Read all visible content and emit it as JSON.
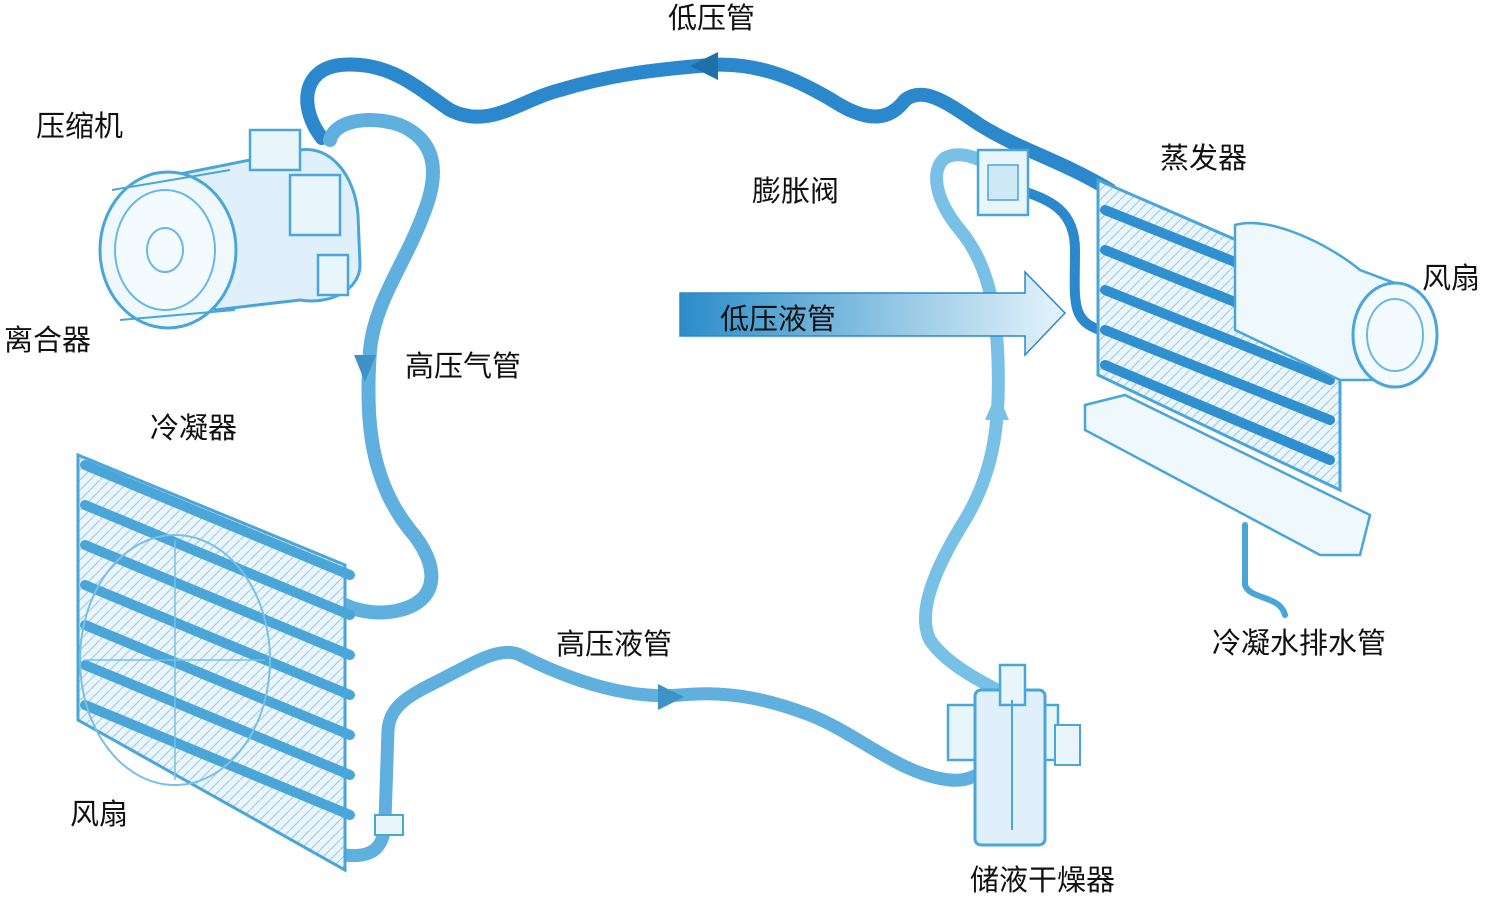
{
  "labels": {
    "compressor": "压缩机",
    "clutch": "离合器",
    "low_pressure_pipe": "低压管",
    "expansion_valve": "膨胀阀",
    "evaporator": "蒸发器",
    "fan_right": "风扇",
    "low_pressure_liquid_pipe": "低压液管",
    "high_pressure_gas_pipe": "高压气管",
    "condenser": "冷凝器",
    "high_pressure_liquid_pipe": "高压液管",
    "condensate_drain_pipe": "冷凝水排水管",
    "fan_left": "风扇",
    "receiver_drier": "储液干燥器"
  },
  "colors": {
    "low_pressure_pipe": "#2b88cc",
    "high_pressure_pipe": "#5fb0de",
    "component_line": "#4aa5d8",
    "component_fill": "#dff0fa",
    "arrow_fill_start": "#2a8dc8",
    "arrow_fill_end": "#e6f4fb",
    "text": "#111111"
  }
}
